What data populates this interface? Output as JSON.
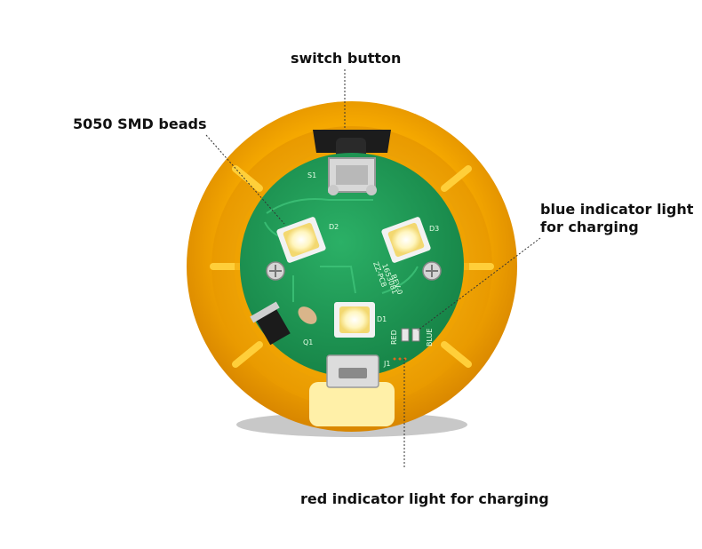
{
  "annotations": {
    "switch_button": "switch button",
    "smd_beads": "5050 SMD beads",
    "blue_indicator_line1": "blue indicator light",
    "blue_indicator_line2": "for charging",
    "red_indicator": "red indicator light for charging"
  },
  "pcb_markings": {
    "s1": "S1",
    "d2": "D2",
    "d3": "D3",
    "d1": "D1",
    "q1": "Q1",
    "j1": "J1",
    "red": "RED",
    "blue": "BLUE",
    "board_text_1": "ZZ-PCB",
    "board_text_2": "1653081",
    "board_text_3": "REV-0"
  },
  "colors": {
    "housing": "#f5a800",
    "pcb": "#1f9a55",
    "led": "#fff4b0"
  }
}
